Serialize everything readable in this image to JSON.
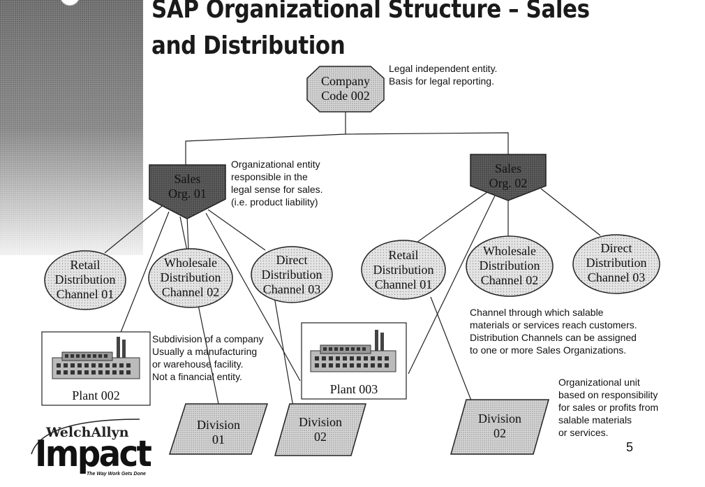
{
  "title": {
    "line1": "SAP Organizational Structure – Sales",
    "line2": "and Distribution"
  },
  "nodes": {
    "company_code": [
      "Company",
      "Code 002"
    ],
    "sales_org_01": [
      "Sales",
      "Org. 01"
    ],
    "sales_org_02": [
      "Sales",
      "Org. 02"
    ],
    "retail_01": [
      "Retail",
      "Distribution",
      "Channel 01"
    ],
    "wholesale_01": [
      "Wholesale",
      "Distribution",
      "Channel 02"
    ],
    "direct_01": [
      "Direct",
      "Distribution",
      "Channel 03"
    ],
    "retail_02": [
      "Retail",
      "Distribution",
      "Channel 01"
    ],
    "wholesale_02": [
      "Wholesale",
      "Distribution",
      "Channel 02"
    ],
    "direct_02": [
      "Direct",
      "Distribution",
      "Channel 03"
    ],
    "plant_002": "Plant 002",
    "plant_003": "Plant 003",
    "division_01": [
      "Division",
      "01"
    ],
    "division_02_left": [
      "Division",
      "02"
    ],
    "division_02_right": [
      "Division",
      "02"
    ]
  },
  "notes": {
    "company": [
      "Legal independent entity.",
      "Basis for legal reporting."
    ],
    "sales_org": [
      "Organizational entity",
      "responsible in the",
      "legal sense for sales.",
      "(i.e. product liability)"
    ],
    "channel": [
      "Channel through which salable",
      "materials or services reach customers.",
      "Distribution Channels can be assigned",
      "to one or more Sales Organizations."
    ],
    "plant": [
      "Subdivision of a company",
      "Usually a manufacturing",
      "or warehouse facility.",
      "Not a financial entity."
    ],
    "division": [
      "Organizational unit",
      "based on responsibility",
      "for sales or profits from",
      "salable materials",
      "or services."
    ]
  },
  "logo": {
    "brand": "WelchAllyn",
    "wordmark": "Impact",
    "tagline": "The Way Work Gets Done"
  },
  "page_number": "5"
}
